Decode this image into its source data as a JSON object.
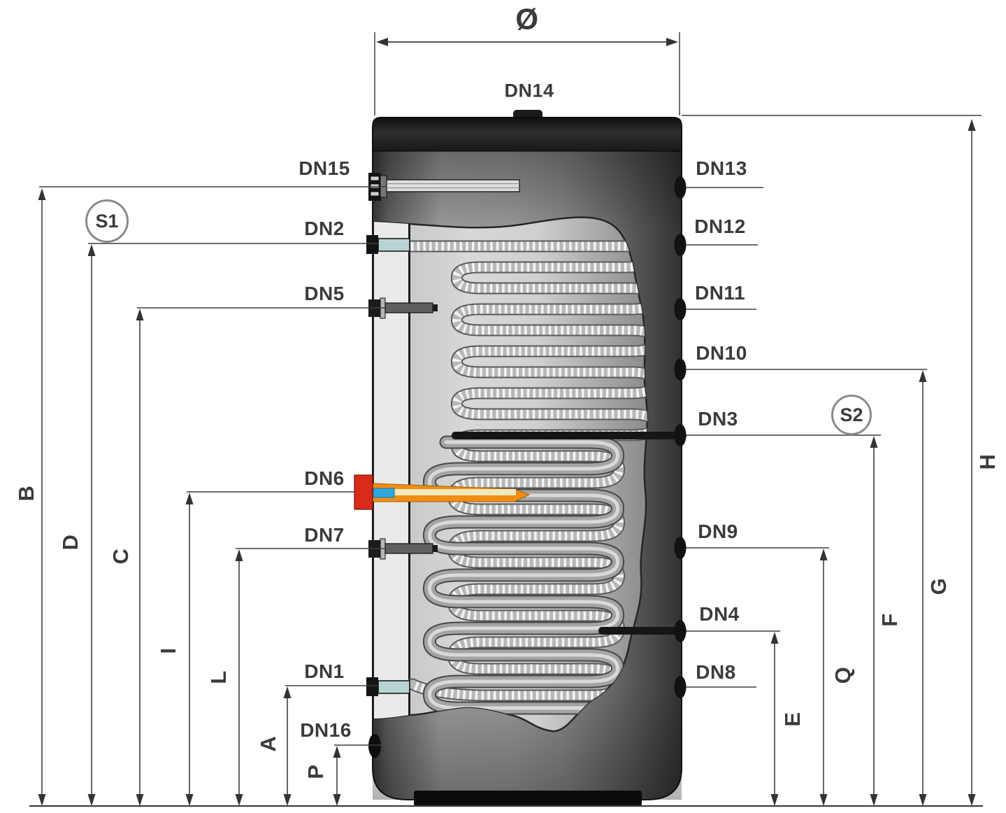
{
  "figure_type": "buffer-tank-technical-drawing",
  "diameter_symbol": "Ø",
  "top_port": "DN14",
  "left_ports": [
    "DN15",
    "DN2",
    "DN5",
    "DN6",
    "DN7",
    "DN1",
    "DN16"
  ],
  "right_ports": [
    "DN13",
    "DN12",
    "DN11",
    "DN10",
    "DN3",
    "DN9",
    "DN4",
    "DN8"
  ],
  "left_dimensions": [
    "B",
    "D",
    "C",
    "I",
    "L",
    "A",
    "P"
  ],
  "right_dimensions": [
    "E",
    "Q",
    "F",
    "G",
    "H"
  ],
  "sensors": [
    "S1",
    "S2"
  ],
  "colors": {
    "line": "#3f3f3f",
    "label_text": "#3b3b3b",
    "heater_flange": "#d92b1a",
    "heater_rod": "#ef8d15",
    "heater_element": "#31a8dd",
    "port_pipe": "#b7d4d2",
    "tank_cap": "#1b1b1b"
  }
}
